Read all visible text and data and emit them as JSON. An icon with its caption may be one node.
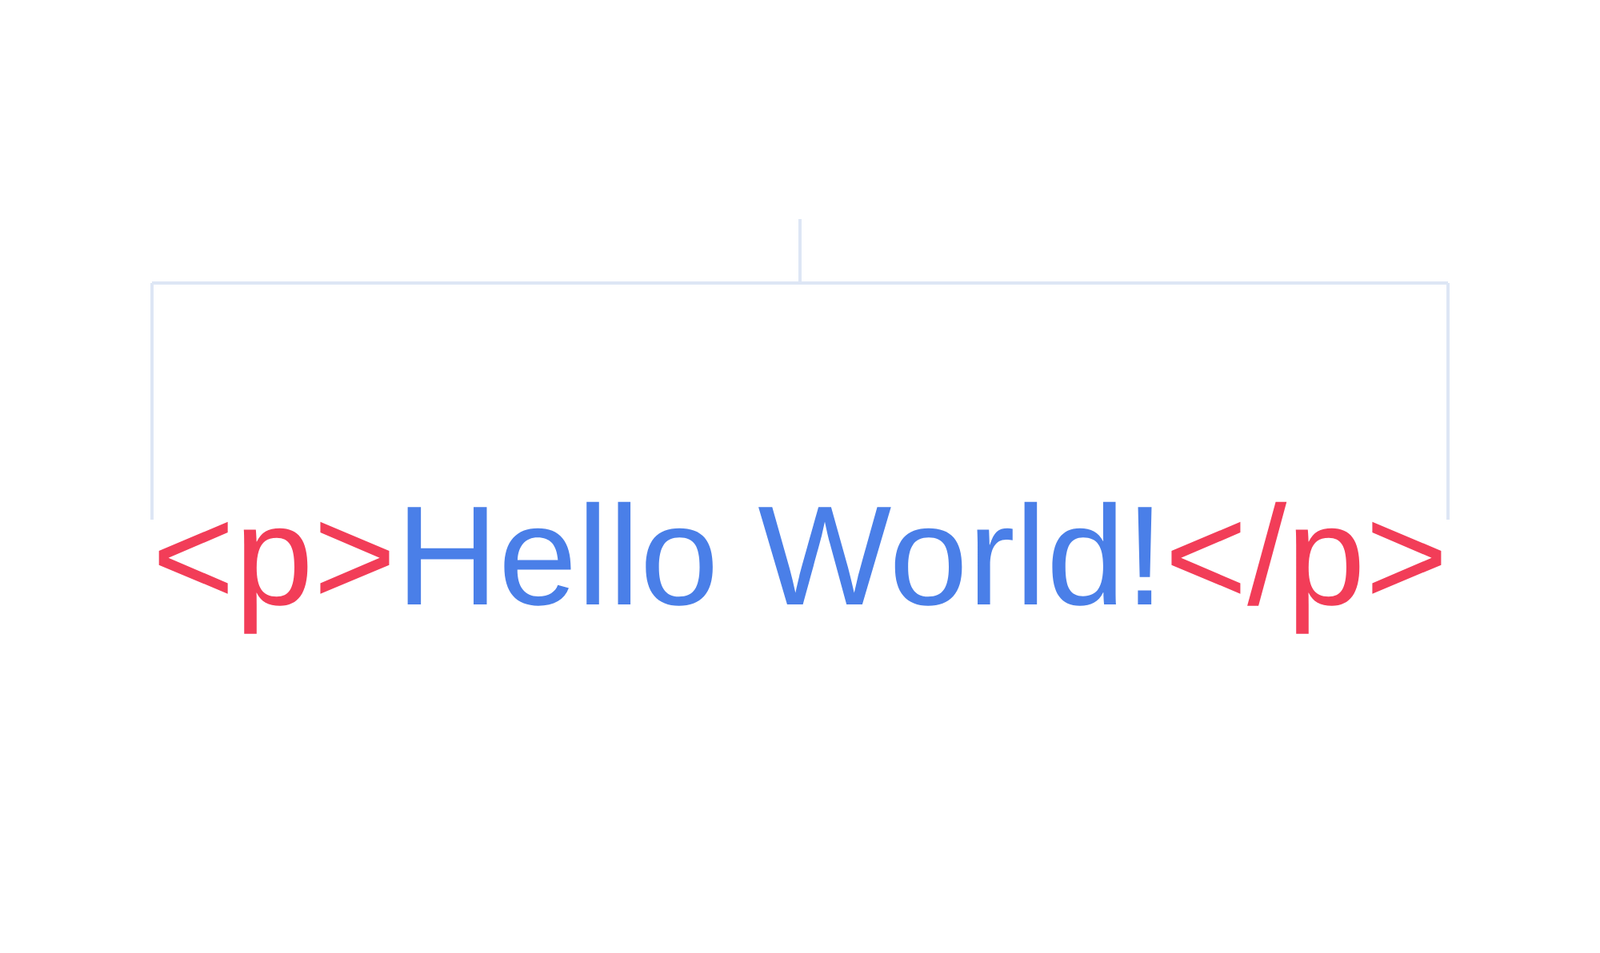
{
  "diagram": {
    "labels": [
      "<p>",
      "Hello World!",
      "</p>"
    ]
  }
}
